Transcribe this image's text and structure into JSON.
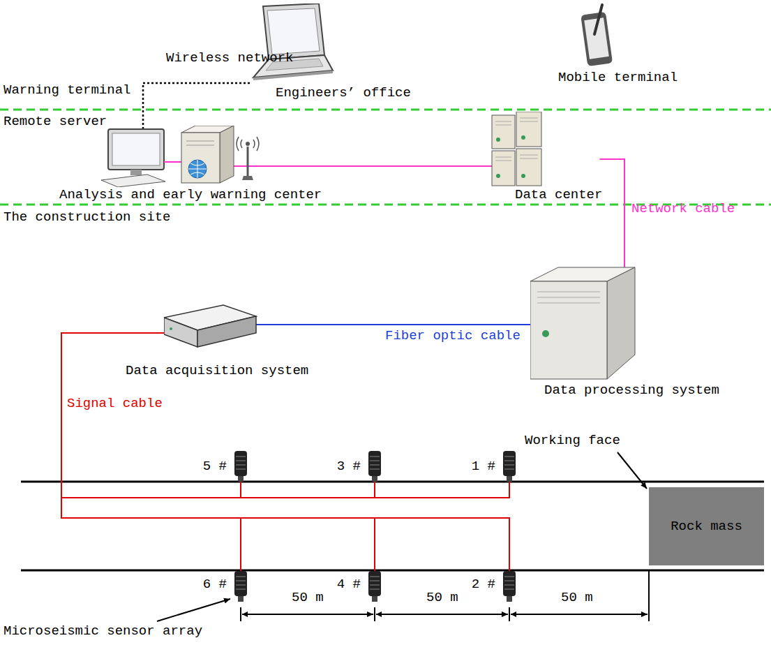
{
  "diagram": {
    "nodes": [
      {
        "text": [
          "Engineers’ office"
        ]
      },
      {
        "text": [
          "Mobile terminal"
        ]
      },
      {
        "text": [
          "Analysis and early warning center"
        ]
      },
      {
        "text": [
          "Data center"
        ]
      },
      {
        "text": [
          "Data acquisition system"
        ]
      },
      {
        "text": [
          "Data processing system"
        ]
      },
      {
        "text": [
          "5 #"
        ]
      },
      {
        "text": [
          "3 #"
        ]
      },
      {
        "text": [
          "1 #"
        ]
      },
      {
        "text": [
          "Rock mass"
        ]
      },
      {
        "text": [
          "6 #"
        ]
      },
      {
        "text": [
          "4 #"
        ]
      },
      {
        "text": [
          "2 #"
        ]
      }
    ],
    "edges": [
      {
        "from": 2,
        "to": 0,
        "arrow": "none",
        "label": "Wireless network"
      },
      {
        "from": 2,
        "to": 3,
        "arrow": "none"
      },
      {
        "from": 3,
        "to": 5,
        "arrow": "none",
        "label": "Network cable"
      },
      {
        "from": 4,
        "to": 5,
        "arrow": "none",
        "label": "Fiber optic cable"
      },
      {
        "from": 6,
        "to": 4,
        "arrow": "none",
        "label": "Signal cable"
      },
      {
        "from": 7,
        "to": 4,
        "arrow": "none"
      },
      {
        "from": 8,
        "to": 4,
        "arrow": "none"
      },
      {
        "from": 10,
        "to": 4,
        "arrow": "none"
      },
      {
        "from": 11,
        "to": 4,
        "arrow": "none"
      },
      {
        "from": 12,
        "to": 4,
        "arrow": "none"
      }
    ],
    "labels": [
      "Warning terminal",
      "Remote server",
      "The construction site",
      "Working face",
      "50 m",
      "50 m",
      "50 m",
      "Microseismic sensor array"
    ]
  }
}
